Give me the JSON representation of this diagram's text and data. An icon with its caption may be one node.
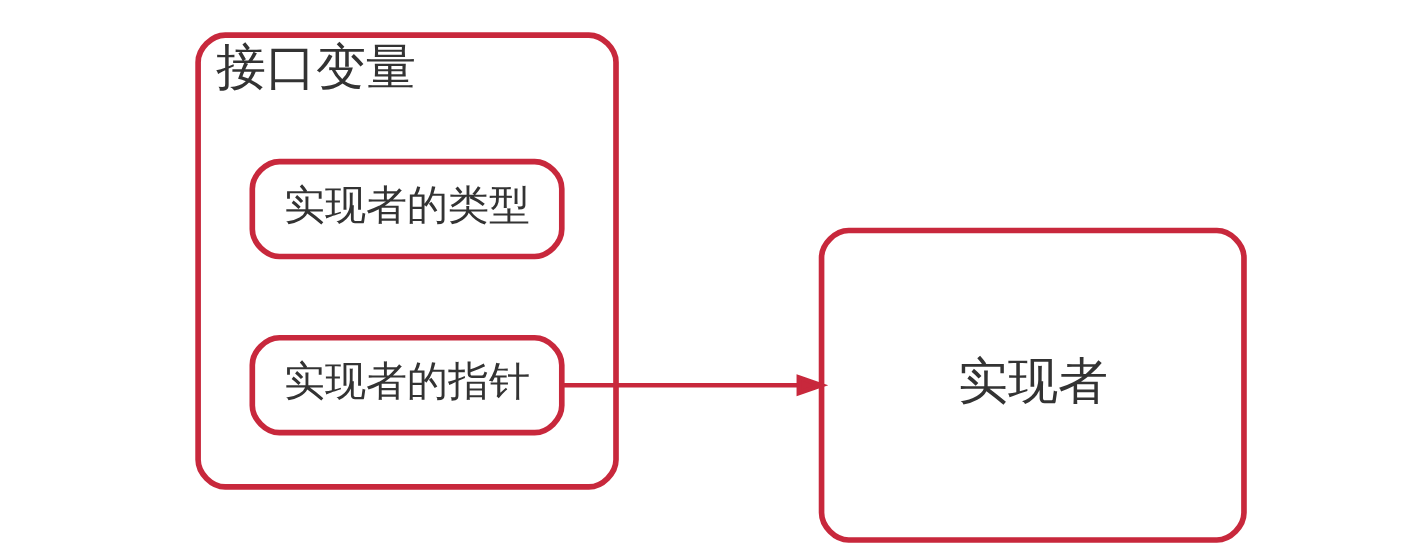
{
  "diagram": {
    "nodes": [
      {
        "text": [
          "接口变量"
        ]
      },
      {
        "text": [
          "实现者的类型"
        ],
        "in": 0
      },
      {
        "text": [
          "实现者的指针"
        ],
        "in": 0
      },
      {
        "text": [
          "实现者"
        ]
      }
    ],
    "edges": [
      {
        "from": 2,
        "to": 3,
        "arrow": "to"
      }
    ]
  }
}
